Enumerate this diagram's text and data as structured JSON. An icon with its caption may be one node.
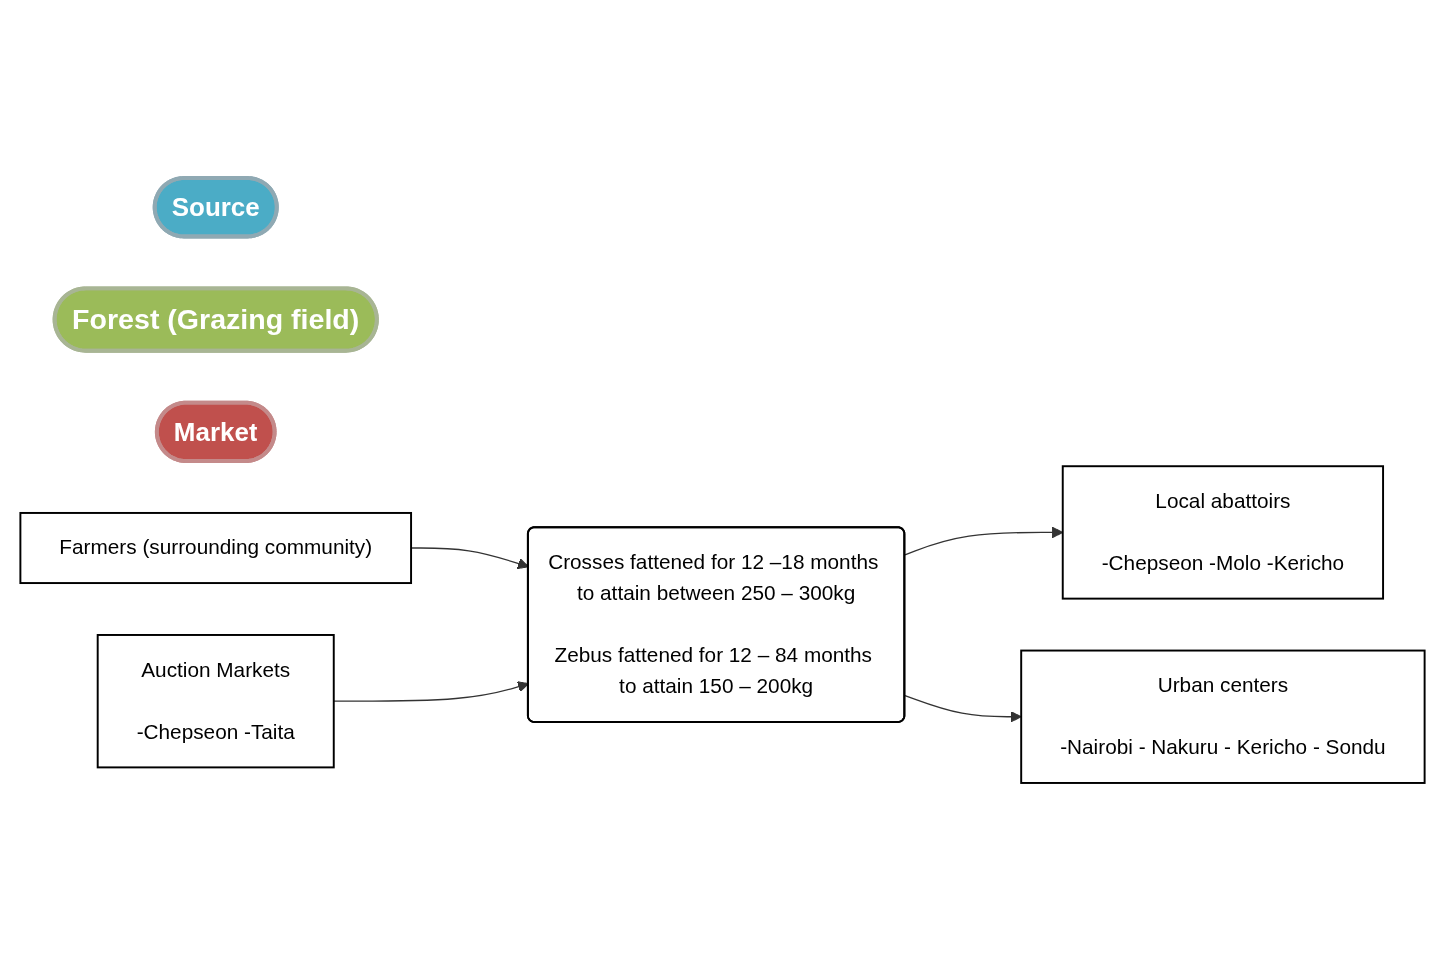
{
  "diagram": {
    "nodes": [
      {
        "text": [
          "Source"
        ]
      },
      {
        "text": [
          "Forest (Grazing field)"
        ]
      },
      {
        "text": [
          "Market"
        ]
      },
      {
        "text": [
          "Farmers (surrounding community)"
        ]
      },
      {
        "text": [
          "Auction Markets",
          "-Chepseon -Taita"
        ]
      },
      {
        "text": [
          "Crosses fattened for 12 –18 months to attain between 250 – 300kg",
          "Zebus fattened for 12 – 84 months to attain 150 – 200kg"
        ]
      },
      {
        "text": [
          "Local abattoirs",
          "-Chepseon -Molo -Kericho"
        ]
      },
      {
        "text": [
          "Urban centers",
          "-Nairobi - Nakuru - Kericho - Sondu"
        ]
      }
    ],
    "edges": [
      {
        "from": 3,
        "to": 5,
        "arrow": "to"
      },
      {
        "from": 4,
        "to": 5,
        "arrow": "to"
      },
      {
        "from": 5,
        "to": 6,
        "arrow": "to"
      },
      {
        "from": 5,
        "to": 7,
        "arrow": "to"
      }
    ]
  }
}
